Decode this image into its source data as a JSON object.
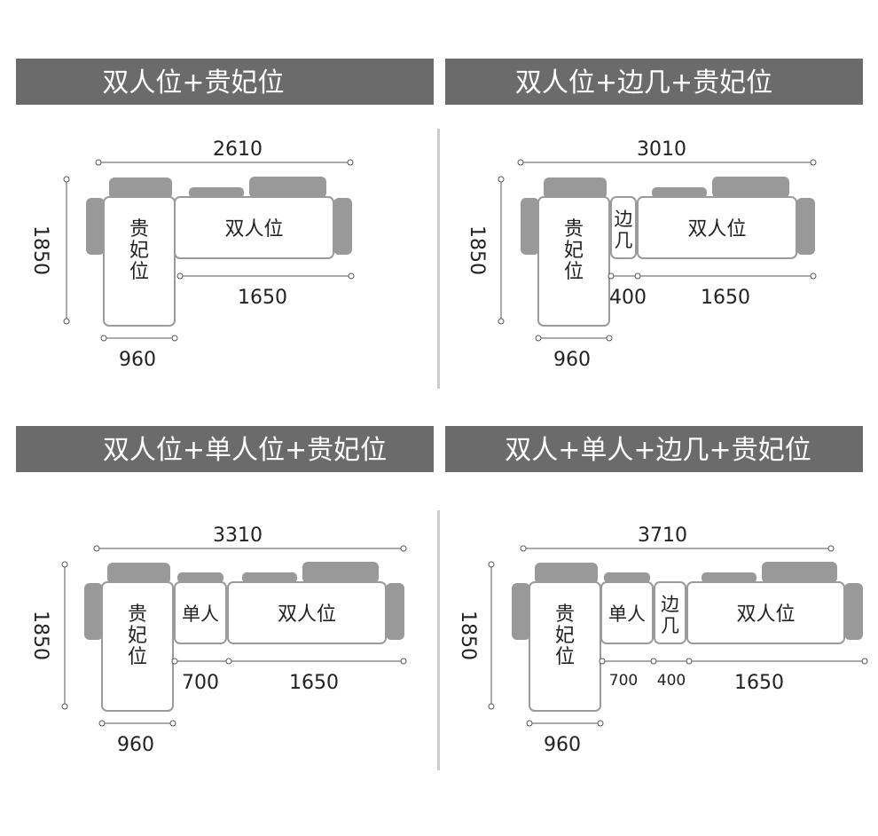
{
  "colors": {
    "header_bg": "#6b6b6b",
    "header_text": "#ffffff",
    "cushion": "#999999",
    "outline": "#9a9a9a",
    "dim_line": "#555555",
    "divider": "#cccccc"
  },
  "panels": [
    {
      "title": "双人位+贵妃位",
      "modules": {
        "chaise": "贵妃位",
        "loveseat": "双人位"
      },
      "dims": {
        "total": "2610",
        "depth": "1850",
        "chaise": "960",
        "loveseat": "1650"
      }
    },
    {
      "title": "双人位+边几+贵妃位",
      "modules": {
        "chaise": "贵妃位",
        "side_table": "边几",
        "loveseat": "双人位"
      },
      "dims": {
        "total": "3010",
        "depth": "1850",
        "chaise": "960",
        "side_table": "400",
        "loveseat": "1650"
      }
    },
    {
      "title": "双人位+单人位+贵妃位",
      "modules": {
        "chaise": "贵妃位",
        "single": "单人",
        "loveseat": "双人位"
      },
      "dims": {
        "total": "3310",
        "depth": "1850",
        "chaise": "960",
        "single": "700",
        "loveseat": "1650"
      }
    },
    {
      "title": "双人+单人+边几+贵妃位",
      "modules": {
        "chaise": "贵妃位",
        "single": "单人",
        "side_table": "边几",
        "loveseat": "双人位"
      },
      "dims": {
        "total": "3710",
        "depth": "1850",
        "chaise": "960",
        "single": "700",
        "side_table": "400",
        "loveseat": "1650"
      }
    }
  ]
}
